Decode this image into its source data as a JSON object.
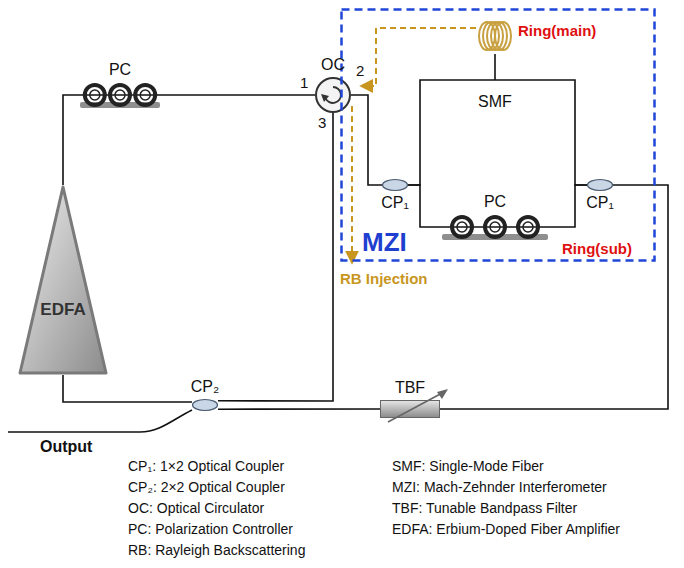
{
  "diagram": {
    "nodes": [
      {
        "text": [
          "PC"
        ]
      },
      {
        "text": [
          "OC"
        ]
      },
      {
        "text": [
          "MZI"
        ]
      },
      {
        "text": [
          "CP₁"
        ],
        "in": 2
      },
      {
        "text": [
          "SMF"
        ],
        "in": 2
      },
      {
        "text": [
          "PC"
        ],
        "in": 2
      },
      {
        "text": [
          "CP₁"
        ],
        "in": 2
      },
      {
        "text": [
          "EDFA"
        ]
      },
      {
        "text": [
          "CP₂"
        ]
      },
      {
        "text": [
          "TBF"
        ]
      }
    ],
    "edges": [
      {
        "from": 7,
        "to": 0,
        "arrow": "none"
      },
      {
        "from": 0,
        "to": 1,
        "arrow": "none"
      },
      {
        "from": 1,
        "to": 3,
        "arrow": "none"
      },
      {
        "from": 3,
        "to": 4,
        "arrow": "none"
      },
      {
        "from": 3,
        "to": 5,
        "arrow": "none"
      },
      {
        "from": 4,
        "to": 6,
        "arrow": "none"
      },
      {
        "from": 5,
        "to": 6,
        "arrow": "none"
      },
      {
        "from": 6,
        "to": 9,
        "arrow": "none"
      },
      {
        "from": 9,
        "to": 8,
        "arrow": "none"
      },
      {
        "from": 8,
        "to": 7,
        "arrow": "none"
      },
      {
        "from": 1,
        "to": 8,
        "arrow": "none"
      }
    ],
    "labels": [
      "1",
      "2",
      "3",
      "Ring(main)",
      "Ring(sub)",
      "RB Injection",
      "Output",
      "CP₁: 1×2 Optical Coupler",
      "CP₂: 2×2 Optical Coupler",
      "OC: Optical Circulator",
      "PC: Polarization Controller",
      "RB: Rayleigh Backscattering",
      "SMF: Single-Mode Fiber",
      "MZI: Mach-Zehnder Interferometer",
      "TBF: Tunable Bandpass Filter",
      "EDFA: Erbium-Doped Fiber Amplifier"
    ]
  }
}
